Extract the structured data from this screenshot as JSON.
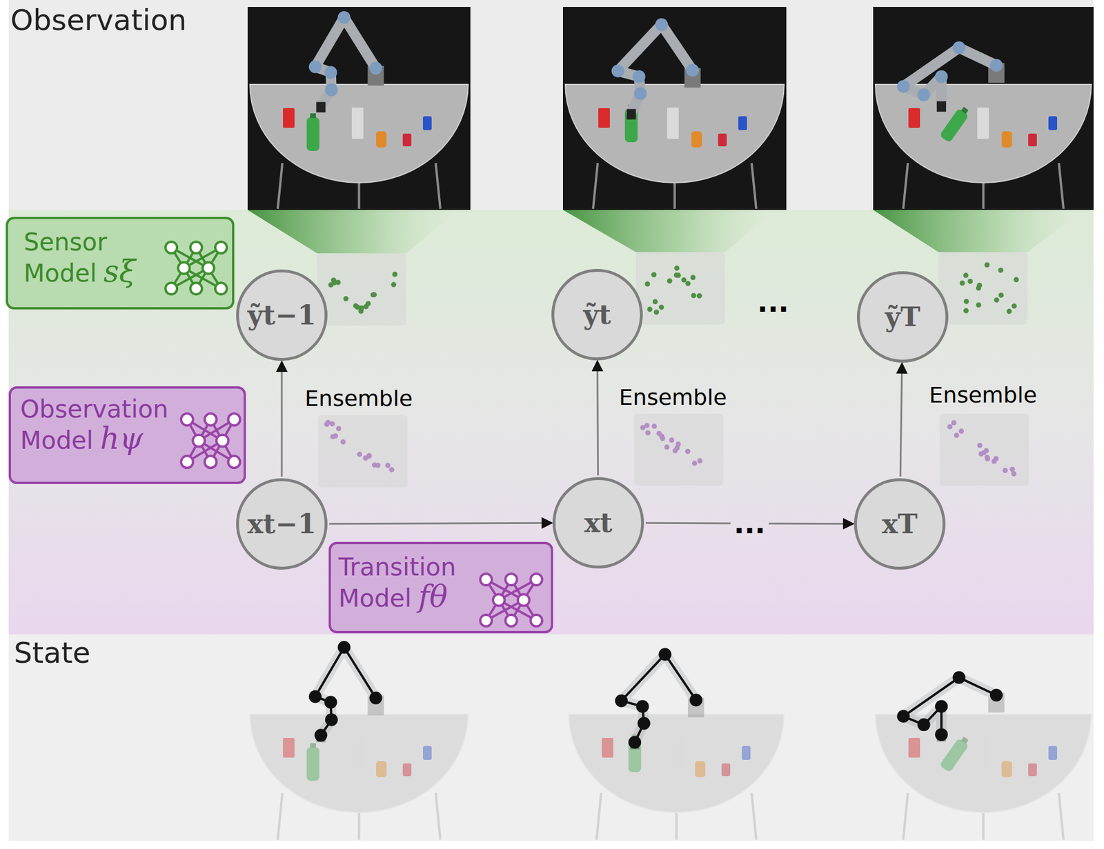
{
  "diagram": {
    "nodes": [
      {
        "text": [
          "Sensor Model",
          "sξ"
        ]
      },
      {
        "text": [
          "ỹt−1"
        ]
      },
      {
        "text": [
          "ỹt"
        ]
      },
      {
        "text": [
          "ỹT"
        ]
      },
      {
        "text": [
          "Observation Model",
          "hψ"
        ]
      },
      {
        "text": [
          "xt−1"
        ]
      },
      {
        "text": [
          "xt"
        ]
      },
      {
        "text": [
          "xT"
        ]
      },
      {
        "text": [
          "Transition Model",
          "fθ"
        ]
      }
    ],
    "edges": [
      {
        "from": 5,
        "to": 1,
        "arrow": "to"
      },
      {
        "from": 6,
        "to": 2,
        "arrow": "to"
      },
      {
        "from": 7,
        "to": 3,
        "arrow": "to"
      },
      {
        "from": 5,
        "to": 6,
        "arrow": "to"
      },
      {
        "from": 6,
        "to": 7,
        "arrow": "to",
        "label": "..."
      }
    ],
    "labels": [
      "Observation",
      "Ensemble",
      "Ensemble",
      "Ensemble",
      "...",
      "State"
    ]
  }
}
